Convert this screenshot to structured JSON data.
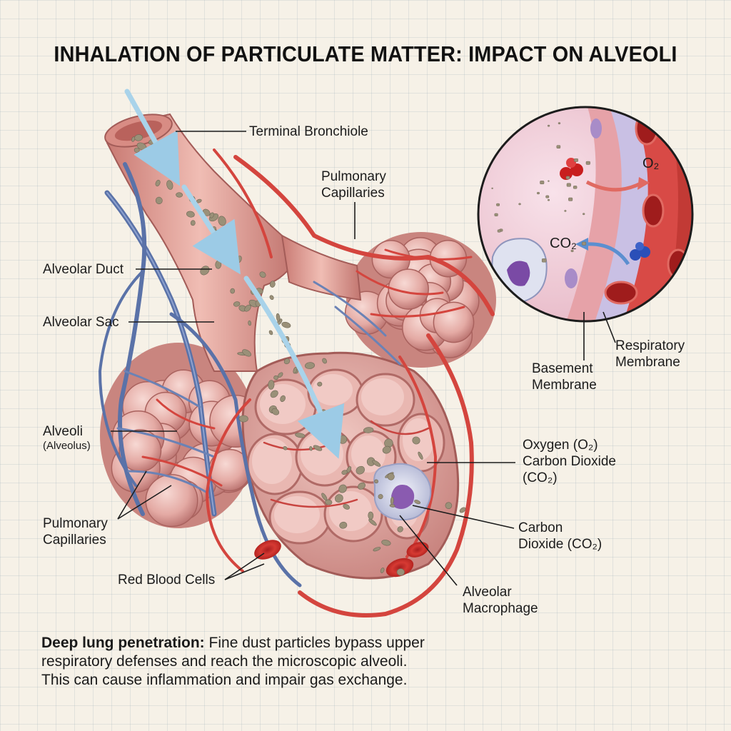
{
  "title": "INHALATION OF PARTICULATE MATTER: IMPACT ON ALVEOLI",
  "labels": {
    "terminal_bronchiole": "Terminal Bronchiole",
    "pulmonary_capillaries_top_1": "Pulmonary",
    "pulmonary_capillaries_top_2": "Capillaries",
    "alveolar_duct": "Alveolar Duct",
    "alveolar_sac": "Alveolar Sac",
    "alveoli": "Alveoli",
    "alveolus": "(Alveolus)",
    "pulmonary_capillaries_left_1": "Pulmonary",
    "pulmonary_capillaries_left_2": "Capillaries",
    "red_blood_cells": "Red Blood Cells",
    "oxygen_line_1": "Oxygen (O₂)",
    "oxygen_line_2": "Carbon Dioxide",
    "oxygen_line_3": "(CO₂)",
    "co2_line_1": "Carbon",
    "co2_line_2": "Dioxide (CO₂)",
    "macrophage_line_1": "Alveolar",
    "macrophage_line_2": "Macrophage",
    "basement_line_1": "Basement",
    "basement_line_2": "Membrane",
    "respiratory_line_1": "Respiratory",
    "respiratory_line_2": "Membrane",
    "inset_o2": "O₂",
    "inset_co2": "CO₂"
  },
  "caption": {
    "bold": "Deep lung penetration:",
    "line1": " Fine dust particles bypass upper",
    "line2": "respiratory defenses and reach the microscopic alveoli.",
    "line3": "This can cause inflammation and impair gas exchange."
  },
  "colors": {
    "tissue": "#e6a9a0",
    "artery": "#d4453e",
    "vein": "#5a72a8",
    "airflow": "#a9d3ea",
    "macrophage": "#8a5bb0",
    "particle": "#9a9078"
  }
}
